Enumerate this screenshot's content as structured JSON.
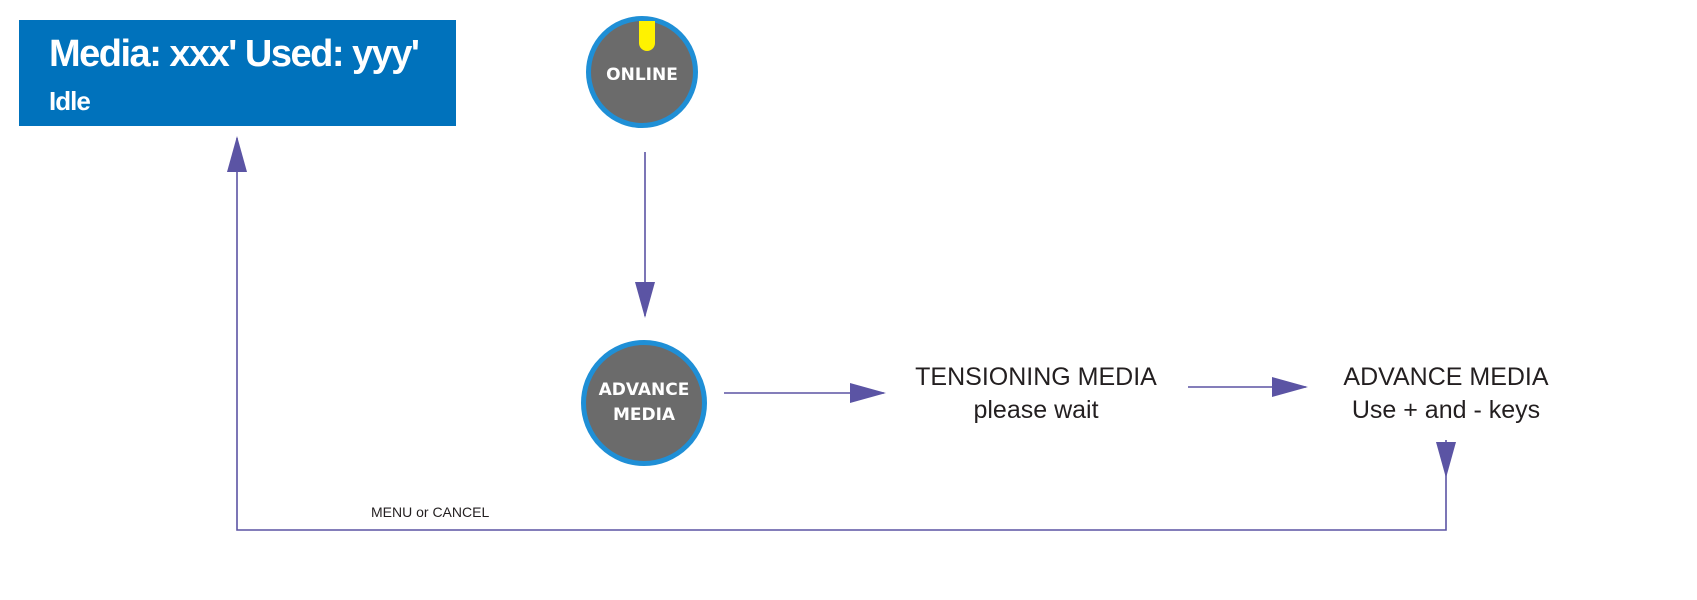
{
  "display": {
    "line1": "Media: xxx' Used: yyy'",
    "line2": "Idle",
    "background_color": "#0072bc"
  },
  "keys": {
    "online": {
      "label": "ONLINE",
      "led_color": "#fff200"
    },
    "advance_media": {
      "line1": "ADVANCE",
      "line2": "MEDIA"
    },
    "key_color": "#6b6b6b",
    "ring_color": "#1f8fd6"
  },
  "messages": {
    "tensioning": {
      "line1": "TENSIONING MEDIA",
      "line2": "please wait"
    },
    "advance": {
      "line1": "ADVANCE MEDIA",
      "line2": "Use + and - keys"
    }
  },
  "return_path": {
    "label": "MENU or CANCEL"
  },
  "connector_color": "#5b54a4"
}
